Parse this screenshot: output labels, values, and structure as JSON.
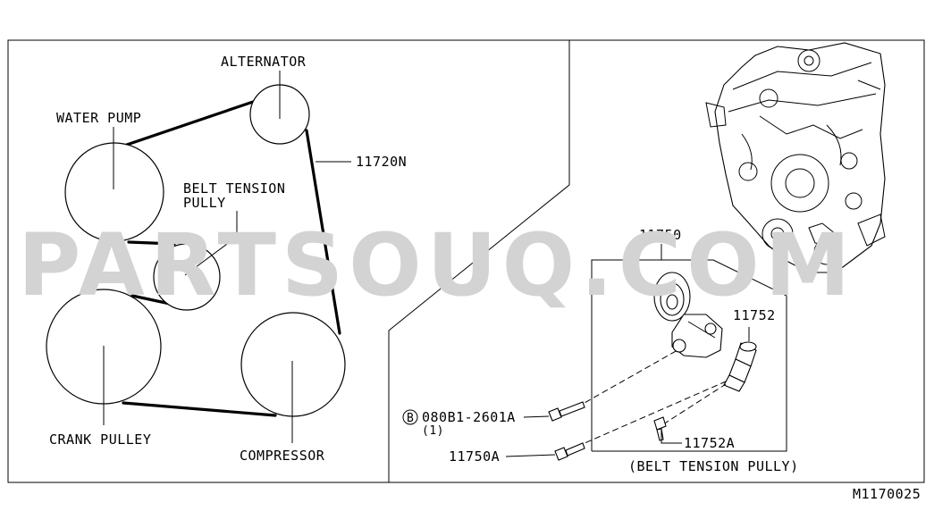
{
  "watermark": "PARTSOUQ.COM",
  "drawing_number": "M1170025",
  "belt_layout": {
    "alternator": "ALTERNATOR",
    "water_pump": "WATER PUMP",
    "belt_tension_line1": "BELT TENSION",
    "belt_tension_line2": "PULLY",
    "belt_part_no": "11720N",
    "crank_pulley": "CRANK PULLEY",
    "compressor": "COMPRESSOR"
  },
  "tensioner_detail": {
    "assembly_part_no": "11750",
    "plunger_part_no": "11752",
    "bolt_marker": "B",
    "bolt_part_no": "080B1-2601A",
    "bolt_qty": "(1)",
    "bolt2_part_no": "11750A",
    "small_bolt_part_no": "11752A",
    "caption": "(BELT TENSION PULLY)"
  },
  "colors": {
    "line": "#000000",
    "watermark": "#d3d3d3",
    "background": "#ffffff"
  }
}
